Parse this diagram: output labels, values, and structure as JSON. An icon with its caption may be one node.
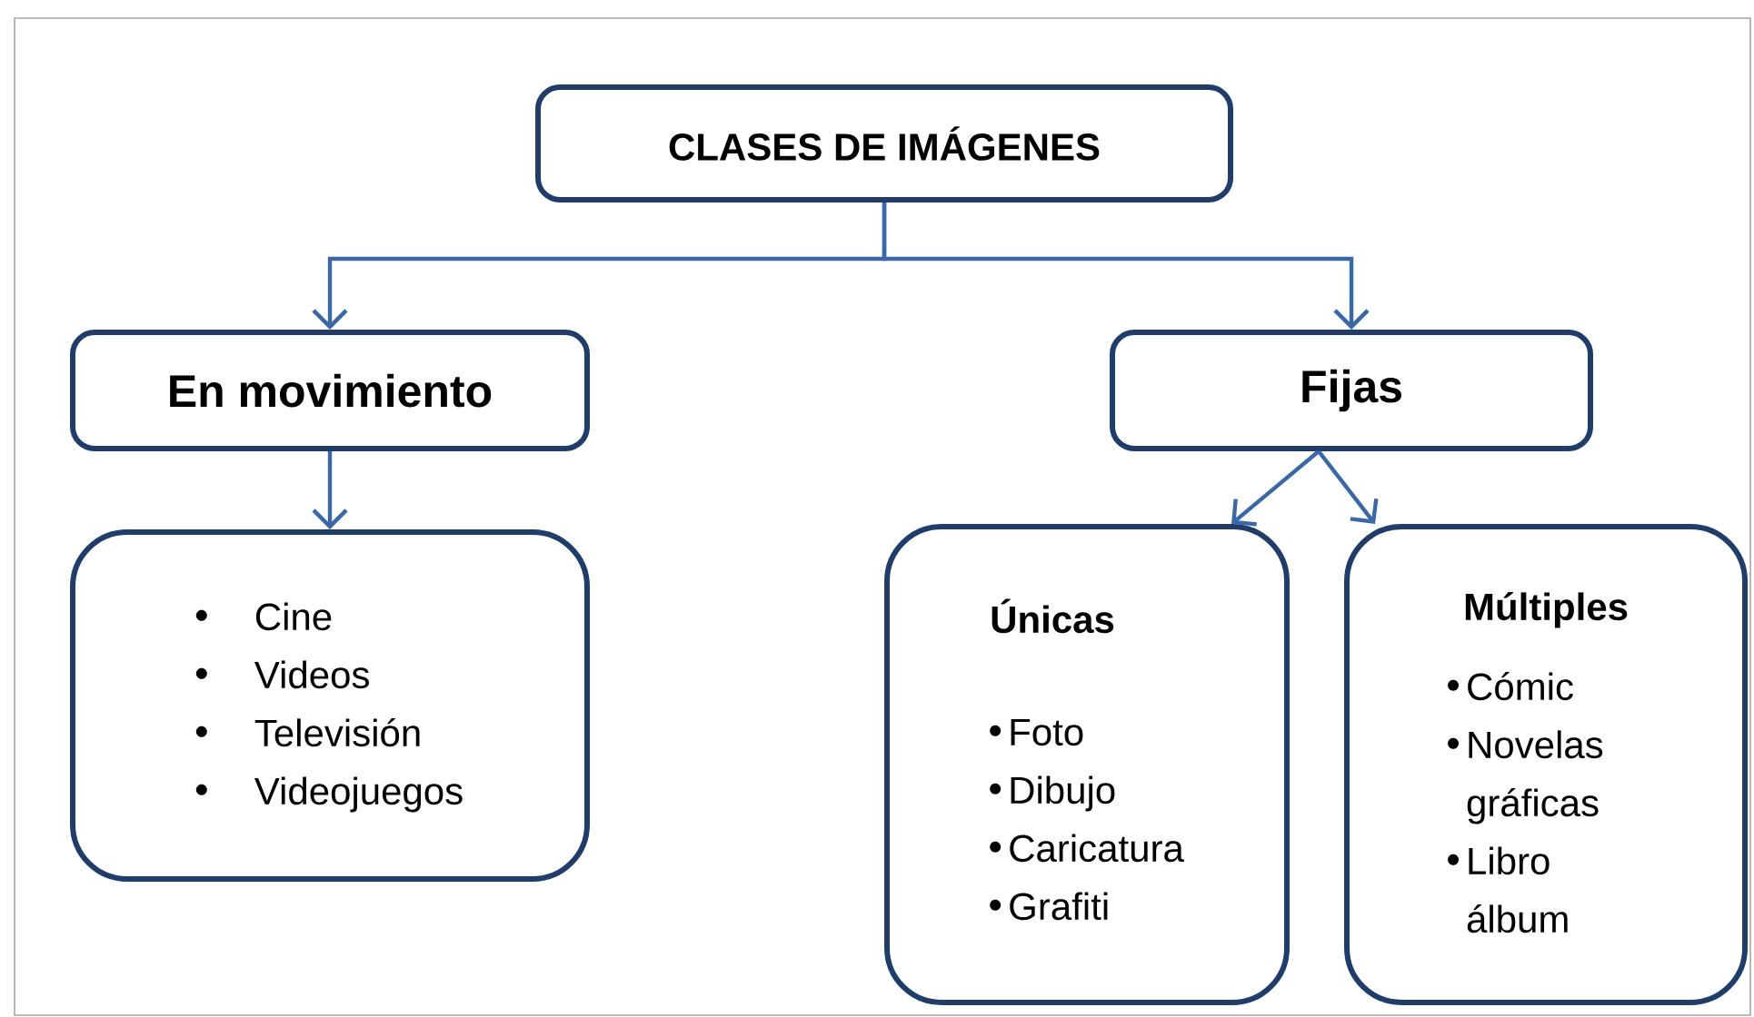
{
  "diagram": {
    "nodes": [
      {
        "text": [
          "CLASES DE IMÁGENES"
        ]
      },
      {
        "text": [
          "En movimiento"
        ]
      },
      {
        "text": [
          "Fijas"
        ]
      },
      {
        "text": [
          "Cine",
          "Videos",
          "Televisión",
          "Videojuegos"
        ]
      },
      {
        "text": [
          "Únicas",
          "Foto",
          "Dibujo",
          "Caricatura",
          "Grafiti"
        ]
      },
      {
        "text": [
          "Múltiples",
          "Cómic",
          "Novelas gráficas",
          "Libro álbum"
        ]
      }
    ],
    "edges": [
      {
        "from": 0,
        "to": 1,
        "arrow": "to"
      },
      {
        "from": 0,
        "to": 2,
        "arrow": "to"
      },
      {
        "from": 1,
        "to": 3,
        "arrow": "to"
      },
      {
        "from": 2,
        "to": 4,
        "arrow": "to"
      },
      {
        "from": 2,
        "to": 5,
        "arrow": "to"
      }
    ]
  }
}
